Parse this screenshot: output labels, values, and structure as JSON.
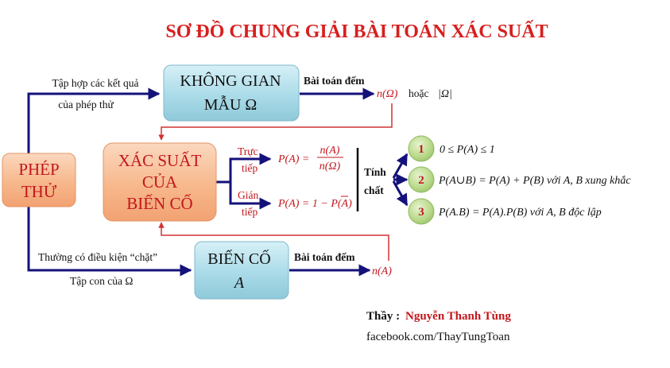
{
  "title": "SƠ ĐỒ CHUNG GIẢI BÀI TOÁN XÁC SUẤT",
  "boxes": {
    "phep_thu": [
      "PHÉP",
      "THỬ"
    ],
    "khong_gian": [
      "KHÔNG GIAN",
      "MẪU  Ω"
    ],
    "xac_suat": [
      "XÁC SUẤT",
      "CỦA",
      "BIẾN CỐ"
    ],
    "bien_co": [
      "BIẾN CỐ",
      "A"
    ]
  },
  "labels": {
    "tap_hop_1": "Tập hợp các kết quả",
    "tap_hop_2": "của phép thử",
    "bai_toan_dem_top": "Bài toán đếm",
    "n_omega": "n(Ω)",
    "hoac": "hoặc",
    "abs_omega": "|Ω|",
    "truc": "Trực",
    "tiep_1": "tiếp",
    "gian": "Gián",
    "tiep_2": "tiếp",
    "tinh": "Tính",
    "chat": "chất",
    "thuong_co": "Thường có điều kiện “chặt”",
    "tap_con": "Tập con của  Ω",
    "bai_toan_dem_bottom": "Bài toán đếm",
    "n_a": "n(A)"
  },
  "formulas": {
    "direct_lhs": "P(A) =",
    "direct_num": "n(A)",
    "direct_den": "n(Ω)",
    "indirect": "P(A) = 1 − P(A)"
  },
  "properties": [
    {
      "num": "1",
      "text": "0 ≤ P(A) ≤ 1"
    },
    {
      "num": "2",
      "text": "P(A∪B) = P(A) + P(B)  với  A, B  xung khắc"
    },
    {
      "num": "3",
      "text": "P(A.B) = P(A).P(B)  với  A, B  độc lập"
    }
  ],
  "author": {
    "prefix": "Thầy :",
    "name": "Nguyễn Thanh Tùng",
    "facebook": "facebook.com/ThayTungToan"
  },
  "colors": {
    "title": "#d71f1f",
    "arrow_dark": "#14127a",
    "arrow_red": "#d23232",
    "box_blue": "#a9dbe8",
    "box_orange": "#f7b98f",
    "circle_green": "#b9d98a"
  }
}
